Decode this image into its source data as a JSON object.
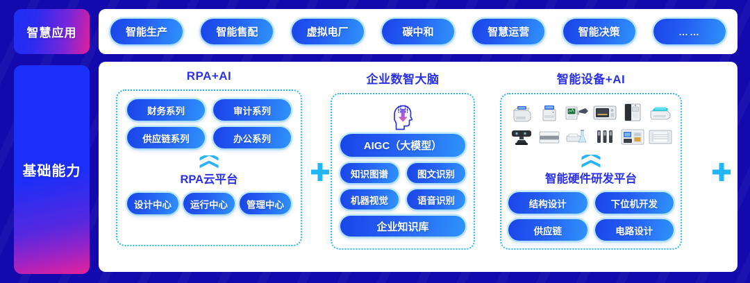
{
  "theme": {
    "background": "#1409ad",
    "card_bg": "#ffffff",
    "accent_blue": "#2a31e8",
    "accent_cyan": "#2ab7f5",
    "pill_gradient_from": "#1a45e8",
    "pill_gradient_to": "#2f93fb",
    "left_gradient_from": "#1b2ff7",
    "left_gradient_to": "#e6219b"
  },
  "left": {
    "top_label": "智慧应用",
    "bottom_label": "基础能力"
  },
  "top_bar": {
    "pills": [
      {
        "label": "智能生产"
      },
      {
        "label": "智能售配"
      },
      {
        "label": "虚拟电厂"
      },
      {
        "label": "碳中和"
      },
      {
        "label": "智慧运营"
      },
      {
        "label": "智能决策"
      },
      {
        "label": "……"
      }
    ]
  },
  "columns": {
    "rpa": {
      "title": "RPA+AI",
      "series_pills": [
        "财务系列",
        "审计系列",
        "供应链系列",
        "办公系列"
      ],
      "platform_title": "RPA云平台",
      "platform_pills": [
        "设计中心",
        "运行中心",
        "管理中心"
      ],
      "chevron_icon": "double-chevron-up-icon"
    },
    "brain": {
      "title": "企业数智大脑",
      "head_icon": "brain-head-download-icon",
      "primary_pill": "AIGC（大模型）",
      "capability_pills": [
        "知识图谱",
        "图文识别",
        "机器视觉",
        "语音识别"
      ],
      "knowledge_pill": "企业知识库"
    },
    "devices": {
      "title": "智能设备+AI",
      "device_icons": [
        "multifunction-printer-icon",
        "laser-printer-icon",
        "workstation-monitor-icon",
        "industrial-oven-icon",
        "cabinet-machine-icon",
        "flatbed-scanner-icon",
        "conference-camera-icon",
        "document-scanner-icon",
        "lab-instrument-icon",
        "sensor-probes-icon",
        "control-console-icon",
        "server-rack-icon"
      ],
      "chevron_icon": "double-chevron-up-icon",
      "platform_title": "智能硬件研发平台",
      "platform_pills": [
        "结构设计",
        "下位机开发",
        "供应链",
        "电路设计"
      ]
    }
  },
  "separators": {
    "plus_1": "plus-icon",
    "plus_2": "plus-icon"
  }
}
